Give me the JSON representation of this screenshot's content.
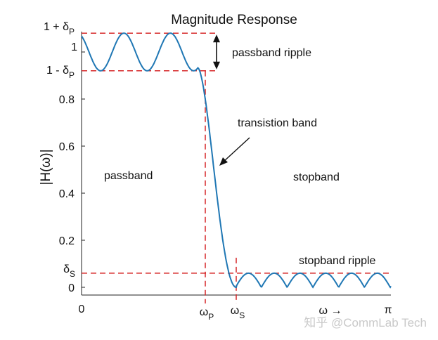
{
  "chart_data": {
    "type": "line",
    "title": "Magnitude Response",
    "xlabel": "ω →",
    "ylabel": "|H(ω)|",
    "xlim": [
      0,
      1
    ],
    "ylim": [
      -0.03,
      1.17
    ],
    "ytick_values": [
      0,
      0.2,
      0.4,
      0.6,
      0.8,
      1
    ],
    "ytick_labels": [
      "0",
      "0.2",
      "0.4",
      "0.6",
      "0.8",
      "1"
    ],
    "xtick_labels": {
      "zero": "0",
      "pi": "π"
    },
    "params": {
      "delta_p": 0.08,
      "delta_s": 0.06,
      "omega_p": 0.4,
      "omega_s": 0.5
    },
    "delta_p_upper_label": {
      "prefix": "1 + δ",
      "sub": "P"
    },
    "delta_p_lower_label": {
      "prefix": "1 - δ",
      "sub": "P"
    },
    "delta_s_label": {
      "prefix": "δ",
      "sub": "S"
    },
    "omega_p_label": {
      "prefix": "ω",
      "sub": "P"
    },
    "omega_s_label": {
      "prefix": "ω",
      "sub": "S"
    },
    "passband_ripple_cycles": 3,
    "stopband_ripple_lobes": 6,
    "series": [
      {
        "color": "#1f77b4",
        "segments": "passband ripple, transition, stopband ripple"
      }
    ],
    "guide_color": "#d62728",
    "annotations": {
      "passband_ripple": "passband ripple",
      "transition_band": "transistion band",
      "passband": "passband",
      "stopband": "stopband",
      "stopband_ripple": "stopband ripple"
    }
  },
  "watermark": "知乎 @CommLab Tech"
}
